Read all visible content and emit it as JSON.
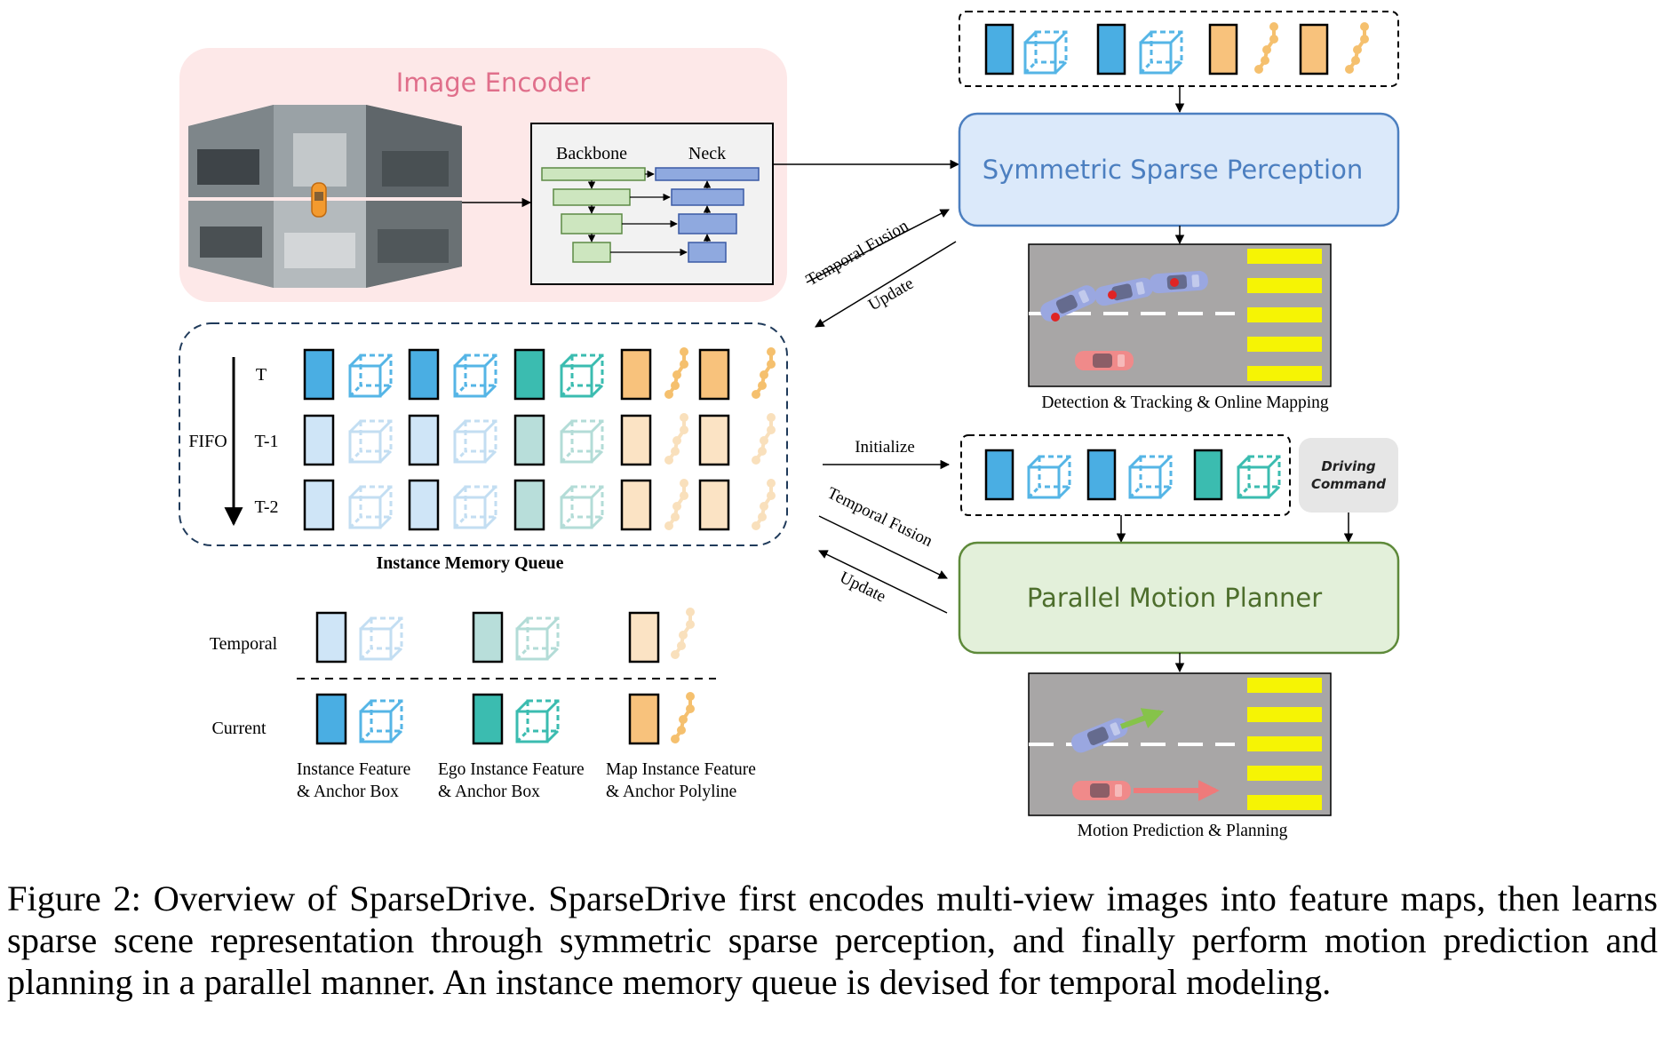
{
  "encoder": {
    "title": "Image Encoder",
    "backbone_label": "Backbone",
    "neck_label": "Neck"
  },
  "perception": {
    "title": "Symmetric Sparse Perception",
    "scene_caption": "Detection & Tracking & Online Mapping"
  },
  "planner": {
    "title": "Parallel Motion Planner",
    "scene_caption": "Motion Prediction & Planning",
    "driving_command_line1": "Driving",
    "driving_command_line2": "Command"
  },
  "flows": {
    "temporal_fusion_top": "Temporal Fusion",
    "update_top": "Update",
    "initialize": "Initialize",
    "temporal_fusion_bottom": "Temporal Fusion",
    "update_bottom": "Update"
  },
  "queue": {
    "title": "Instance Memory Queue",
    "fifo_label": "FIFO",
    "rows": [
      "T",
      "T-1",
      "T-2"
    ]
  },
  "legend": {
    "temporal_label": "Temporal",
    "current_label": "Current",
    "items": [
      {
        "line1": "Instance Feature",
        "line2": "& Anchor Box"
      },
      {
        "line1": "Ego Instance Feature",
        "line2": "& Anchor Box"
      },
      {
        "line1": "Map Instance Feature",
        "line2": "& Anchor Polyline"
      }
    ]
  },
  "colors": {
    "instance_blue": "#4aaee3",
    "ego_teal": "#3bbcb0",
    "map_orange": "#f8c27c",
    "box_outline": "#55b5e6",
    "perception_fill": "#dbe9fa",
    "perception_border": "#4c7fc0",
    "planner_fill": "#e3f0da",
    "planner_border": "#5e8a3a",
    "encoder_fill": "#fde8e8",
    "encoder_title": "#e06f8b",
    "crosswalk_yellow": "#f6f404",
    "road_gray": "#a8a6a6"
  },
  "caption": "Figure 2: Overview of SparseDrive. SparseDrive first encodes multi-view images into feature maps, then learns sparse scene representation through symmetric sparse perception, and finally perform motion prediction and planning in a parallel manner. An instance memory queue is devised for temporal modeling."
}
